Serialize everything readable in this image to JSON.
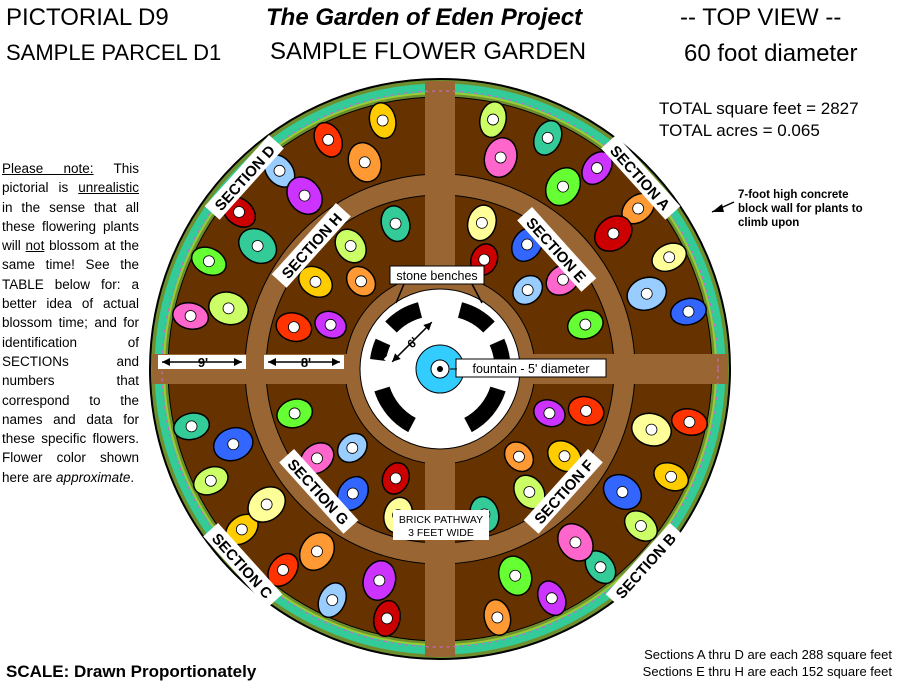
{
  "header": {
    "left_title": "PICTORIAL D9",
    "left_subtitle": "SAMPLE PARCEL D1",
    "center_title": "The Garden of Eden Project",
    "center_subtitle": "SAMPLE FLOWER GARDEN",
    "right_title": "-- TOP VIEW --",
    "right_subtitle": "60 foot diameter"
  },
  "totals": {
    "square_feet": "TOTAL square feet = 2827",
    "acres": "TOTAL acres = 0.065"
  },
  "note": {
    "p1": "Please note:",
    "p2": " This pictorial is ",
    "p3": "unrealistic",
    "p4": " in the sense that all these flowering plants will ",
    "p5": "not",
    "p6": " blossom at the same time! See the TABLE below for: a better idea of actual blossom time; and for identification of SECTIONs and numbers that correspond to the names and data for these specific flowers. Flower color shown here are ",
    "p7": "approximate",
    "p8": "."
  },
  "wall_note": "7-foot high concrete block wall for plants to climb upon",
  "labels": {
    "stone_benches": "stone benches",
    "fountain": "fountain - 5' diameter",
    "pathway_line1": "BRICK PATHWAY",
    "pathway_line2": "3 FEET WIDE",
    "dim_outer": "9'",
    "dim_inner": "8'",
    "dim_bench": "6'"
  },
  "section_labels": {
    "A": "SECTION A",
    "B": "SECTION B",
    "C": "SECTION C",
    "D": "SECTION D",
    "E": "SECTION E",
    "F": "SECTION F",
    "G": "SECTION G",
    "H": "SECTION H"
  },
  "scale": "SCALE: Drawn Proportionately",
  "footer": {
    "line1": "Sections A thru D are each 288 square feet",
    "line2": "Sections E thru H are each 152 square feet"
  },
  "colors": {
    "soil": "#663300",
    "path": "#996633",
    "wall": "#33cc99",
    "bench": "#000000",
    "fountain": "#33ccff"
  }
}
